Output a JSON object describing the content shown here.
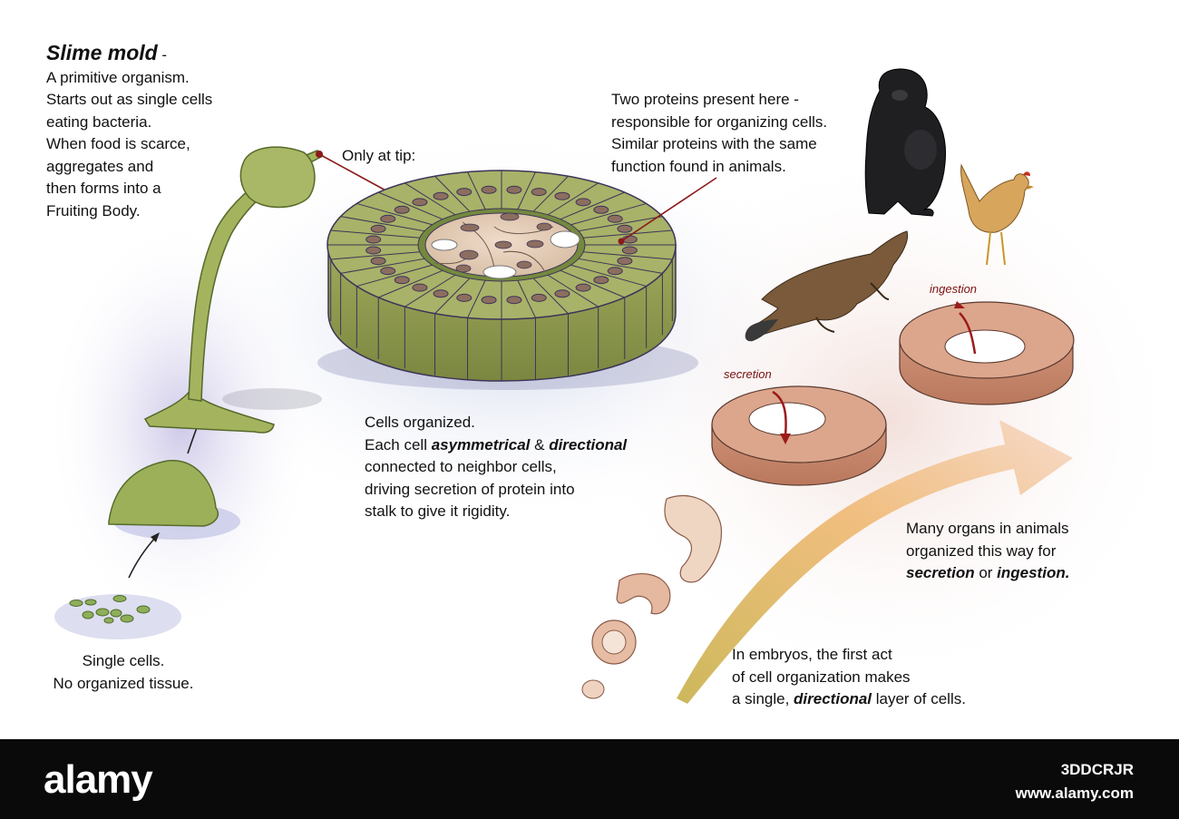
{
  "title": "Slime mold",
  "title_dash": " -",
  "intro_lines": [
    "A primitive organism.",
    "Starts out as single cells",
    "eating bacteria.",
    "When food is scarce,",
    "aggregates and",
    "then forms into a",
    "Fruiting Body."
  ],
  "tip_label": "Only at tip:",
  "proteins_lines": [
    "Two proteins present here -",
    "responsible for organizing cells.",
    "Similar proteins with the same",
    "function found in animals."
  ],
  "cells_organized": {
    "line1": "Cells organized.",
    "line2_a": "Each cell ",
    "line2_b": "asymmetrical",
    "line2_c": " & ",
    "line2_d": "directional",
    "line3": "connected to neighbor cells,",
    "line4": "driving secretion of protein into",
    "line5": "stalk to give it rigidity."
  },
  "single_cells": [
    "Single cells.",
    "No organized tissue."
  ],
  "secretion_label": "secretion",
  "ingestion_label": "ingestion",
  "organs": {
    "line1": "Many organs in animals",
    "line2": "organized this way for",
    "em1": "secretion",
    "mid": " or ",
    "em2": "ingestion."
  },
  "embryos": {
    "line1": "In embryos, the first act",
    "line2": "of cell organization makes",
    "line3_a": "a single, ",
    "line3_em": "directional",
    "line3_b": " layer of cells."
  },
  "watermark": {
    "logo": "alamy",
    "code": "3DDCRJR",
    "url": "www.alamy.com"
  },
  "colors": {
    "cell_green": "#a3ad63",
    "cell_dark": "#6f7a38",
    "nucleus": "#8c6e60",
    "ring_pink": "#d9a48a",
    "arrow_red": "#9b1b1b"
  }
}
